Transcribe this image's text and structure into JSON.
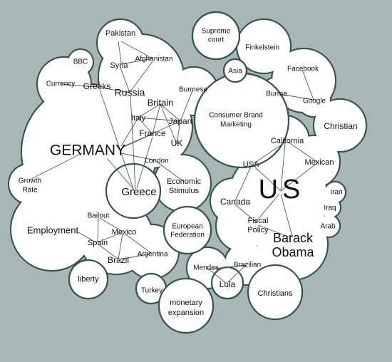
{
  "colors": {
    "background": "#a9b6b6",
    "bubble_fill": "#ffffff",
    "bubble_outline": "#37534f",
    "link": "#4a5e5c",
    "text": "#111111"
  },
  "terms": {
    "pakistan": "Pakistan",
    "bbc": "BBC",
    "syria": "Syria",
    "afghanistan": "Afghanistan",
    "currency": "Currency",
    "greeks": "Greeks",
    "russia": "Russia",
    "burmese": "Burmese",
    "britain": "Britain",
    "italy": "Italy",
    "japan": "Japan",
    "france": "France",
    "uk": "UK",
    "germany": "GERMANY",
    "london": "London",
    "greece": "Greece",
    "economic_stimulus_1": "Economic",
    "economic_stimulus_2": "Stimulus",
    "growth_rate_1": "Growth",
    "growth_rate_2": "Rate",
    "employment": "Employment",
    "bailout": "Bailout",
    "mexico": "Mexico",
    "spain": "Spain",
    "brazil": "Brazil",
    "argentina": "Argentina",
    "liberty": "liberty",
    "turkey": "Turkey",
    "european_federation_1": "European",
    "european_federation_2": "Federation",
    "monetary_expansion_1": "monetary",
    "monetary_expansion_2": "expansion",
    "supreme_court_1": "Supreme",
    "supreme_court_2": "court",
    "finkelstein": "Finkelstein",
    "asia": "Asia",
    "facebook": "Facebook",
    "burma": "Burma",
    "google": "Google",
    "consumer_brand_marketing_1": "Consumer Brand",
    "consumer_brand_marketing_2": "Marketing",
    "christian": "Christian",
    "california": "California",
    "usa": "USA",
    "mexican": "Mexican",
    "us": "US",
    "canada": "Canada",
    "iran": "Iran",
    "iraq": "Iraq",
    "arab": "Arab",
    "fiscal_policy_1": "Fiscal",
    "fiscal_policy_2": "Policy",
    "barack_obama_1": "Barack",
    "barack_obama_2": "Obama",
    "mendes": "Mendes",
    "brazilian": "Brazilian",
    "lula": "Lula",
    "christians": "Christians"
  }
}
